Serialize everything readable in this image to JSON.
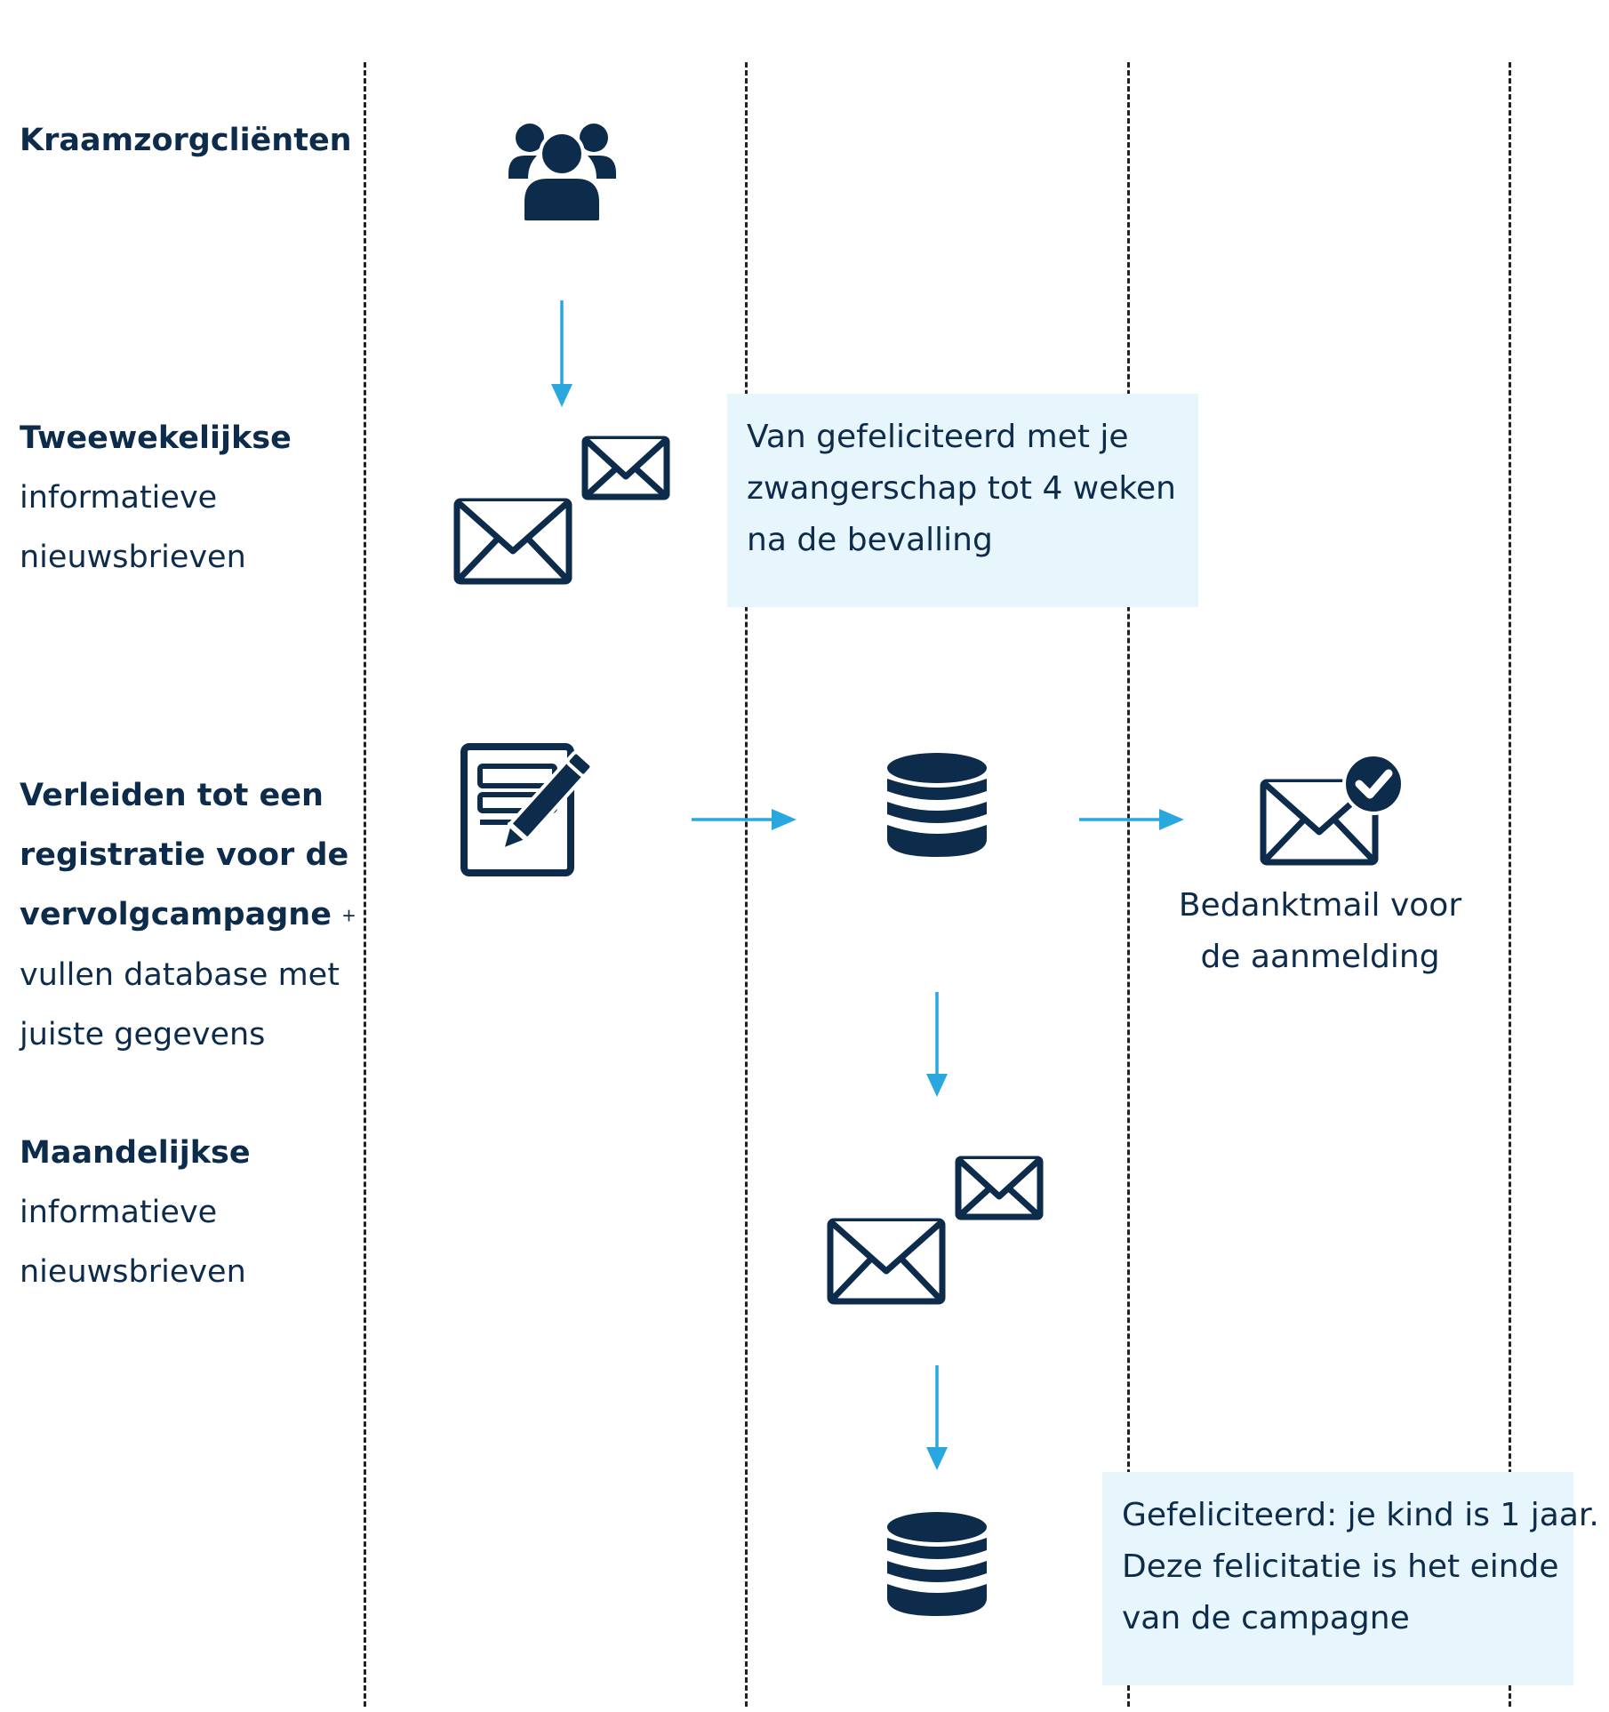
{
  "lanes": {
    "kraamzorg": {
      "title": "Kraamzorgcliënten"
    },
    "tweewekelijks": {
      "title": "Tweewekelijkse",
      "lines": [
        "informatieve",
        "nieuwsbrieven"
      ]
    },
    "verleiden": {
      "title_lines": [
        "Verleiden tot een",
        "registratie voor de",
        "vervolgcampagne"
      ],
      "plus": "+",
      "lines": [
        "vullen database met",
        "juiste gegevens"
      ]
    },
    "maandelijks": {
      "title": "Maandelijkse",
      "lines": [
        "informatieve",
        "nieuwsbrieven"
      ]
    }
  },
  "notes": {
    "first": {
      "lines": [
        "Van gefeliciteerd met je",
        "zwangerschap tot 4 weken",
        "na de bevalling"
      ]
    },
    "last": {
      "lines": [
        "Gefeliciteerd: je kind is 1 jaar.",
        "Deze felicitatie is het einde",
        "van de campagne"
      ]
    }
  },
  "captions": {
    "thankyou": {
      "lines": [
        "Bedanktmail voor",
        "de aanmelding"
      ]
    }
  },
  "icons": {
    "people": "people-group-icon",
    "envelopes": "envelopes-icon",
    "form": "form-pencil-icon",
    "database": "database-icon",
    "mail_check": "envelope-check-icon"
  },
  "colors": {
    "navy": "#0d2b4b",
    "arrow": "#29a8e0",
    "note_bg": "#e7f5fc"
  }
}
